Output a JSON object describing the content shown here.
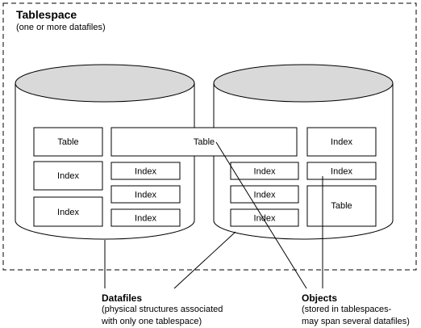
{
  "tablespace": {
    "title": "Tablespace",
    "subtitle": "(one or more datafiles)"
  },
  "boxes": {
    "left_table": "Table",
    "left_index_1": "Index",
    "left_index_2": "Index",
    "spanning_table": "Table",
    "mid_index_1": "Index",
    "mid_index_2": "Index",
    "mid_index_3": "Index",
    "right_mid_index_1": "Index",
    "right_mid_index_2": "Index",
    "right_mid_index_3": "Index",
    "right_index_1": "Index",
    "right_index_2": "Index",
    "right_table": "Table"
  },
  "captions": {
    "datafiles": {
      "title": "Datafiles",
      "line1": "(physical structures associated",
      "line2": "with only one tablespace)"
    },
    "objects": {
      "title": "Objects",
      "line1": "(stored in tablespaces-",
      "line2": "may span several datafiles)"
    }
  }
}
